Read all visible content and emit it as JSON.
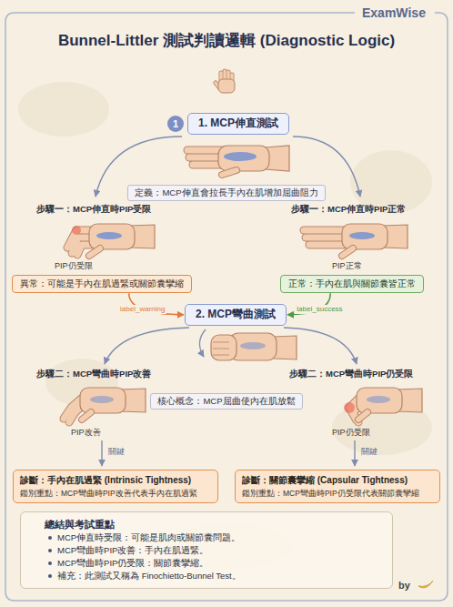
{
  "diagram": {
    "title": "Bunnel-Littler 測試判讀邏輯 (Diagnostic Logic)",
    "nodes": [
      {
        "text": [
          "1"
        ]
      },
      {
        "text": [
          "1. MCP伸直測試"
        ]
      },
      {
        "text": [
          "定義：MCP伸直會拉長手內在肌增加屈曲阻力"
        ]
      },
      {
        "text": [
          "異常：可能是手內在肌過緊或關節囊攣縮"
        ]
      },
      {
        "text": [
          "正常：手內在肌與關節囊皆正常"
        ]
      },
      {
        "text": [
          "2. MCP彎曲測試"
        ]
      },
      {
        "text": [
          "核心概念：MCP屈曲使內在肌放鬆"
        ]
      },
      {
        "text": [
          "診斷：手內在肌過緊 (Intrinsic Tightness)",
          "鑑別重點：MCP彎曲時PIP改善代表手內在肌過緊"
        ]
      },
      {
        "text": [
          "診斷：關節囊攣縮 (Capsular Tightness)",
          "鑑別重點：MCP彎曲時PIP仍受限代表關節囊攣縮"
        ]
      },
      {
        "text": [
          "總結與考試重點",
          "MCP伸直時受限：可能是肌肉或關節囊問題。",
          "MCP彎曲時PIP改善：手內在肌過緊。",
          "MCP彎曲時PIP仍受限：關節囊攣縮。",
          "補充：此測試又稱為 Finochietto-Bunnel Test。"
        ]
      }
    ],
    "edges": [
      {
        "from": 3,
        "to": 5,
        "label": "label_warning",
        "arrow": "to"
      },
      {
        "from": 4,
        "to": 5,
        "label": "label_success",
        "arrow": "to"
      }
    ],
    "labels": [
      "ExamWise",
      "步驟一：MCP伸直時PIP受限",
      "步驟一：MCP伸直時PIP正常",
      "PIP仍受限",
      "PIP正常",
      "步驟二：MCP彎曲時PIP改善",
      "步驟二：MCP彎曲時PIP仍受限",
      "PIP改善",
      "PIP仍受限",
      "關鍵",
      "關鍵",
      "by"
    ]
  }
}
